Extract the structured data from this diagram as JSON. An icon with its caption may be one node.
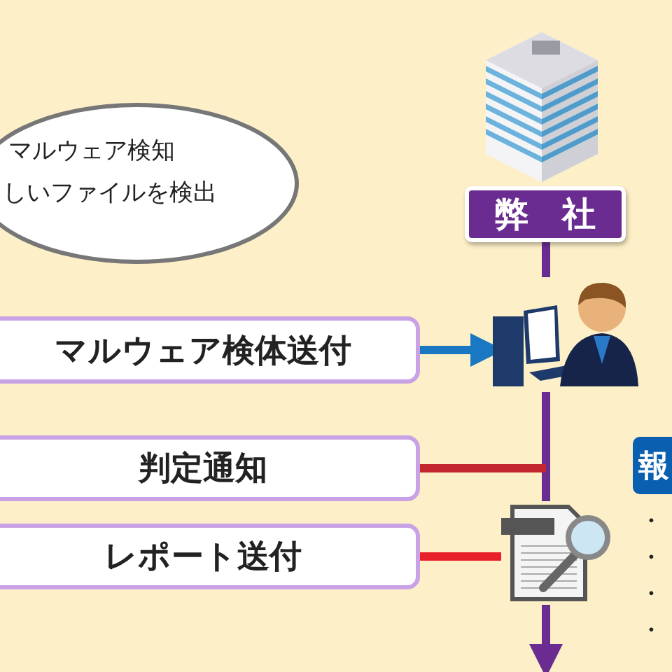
{
  "diagram": {
    "nodes": [
      {
        "text": [
          "マルウェア検知",
          "しいファイルを検出"
        ]
      },
      {
        "text": [],
        "shape": "picture"
      },
      {
        "text": [
          "弊　社"
        ]
      },
      {
        "text": [
          "マルウェア検体送付"
        ]
      },
      {
        "text": [],
        "shape": "picture"
      },
      {
        "text": [
          "判定通知"
        ]
      },
      {
        "text": [],
        "shape": "picture"
      },
      {
        "text": [
          "レポート送付"
        ]
      },
      {
        "text": [
          "報"
        ]
      }
    ],
    "edges": [
      {
        "from": 3,
        "to": 4,
        "arrow": "to",
        "color": "#1a78c2"
      },
      {
        "from": 2,
        "to": 4,
        "arrow": "none",
        "color": "#6a2c91"
      },
      {
        "from": 4,
        "to": 6,
        "arrow": "none",
        "color": "#6a2c91"
      },
      {
        "from": 6,
        "to": null,
        "arrow": "to",
        "color": "#6a2c91"
      },
      {
        "from": 5,
        "to": null,
        "arrow": "none",
        "color": "#c4262e"
      },
      {
        "from": 7,
        "to": 6,
        "arrow": "none",
        "color": "#e8202a"
      }
    ],
    "labels": [
      "・",
      "・",
      "・",
      "・"
    ]
  }
}
